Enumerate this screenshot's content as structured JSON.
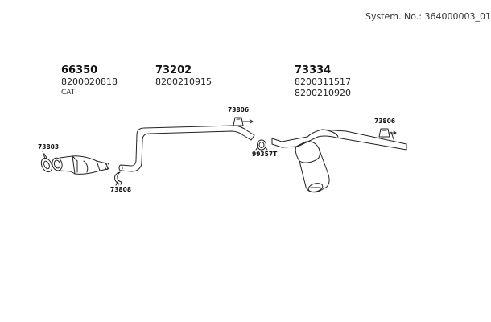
{
  "system_number": "System. No.: 364000003_01",
  "groups": [
    {
      "number": "66350",
      "refs": [
        "8200020818"
      ],
      "note": "CAT"
    },
    {
      "number": "73202",
      "refs": [
        "8200210915"
      ]
    },
    {
      "number": "73334",
      "refs": [
        "8200311517",
        "8200210920"
      ]
    }
  ],
  "callouts": {
    "c73803": "73803",
    "c73808": "73808",
    "c73806a": "73806",
    "c99357": "99357T",
    "c73806b": "73806"
  },
  "colors": {
    "line": "#222222",
    "text": "#1a1a1a",
    "background": "#ffffff"
  }
}
